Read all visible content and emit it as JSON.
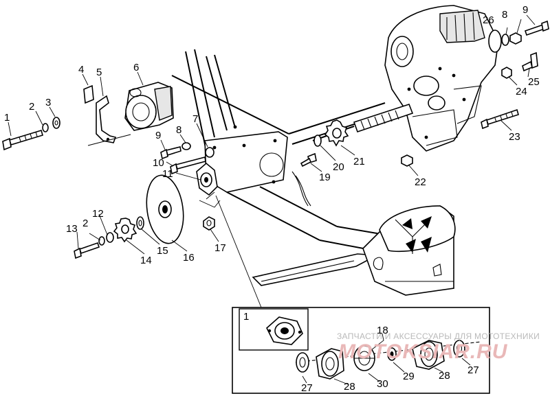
{
  "callouts": [
    {
      "id": "c1",
      "text": "1"
    },
    {
      "id": "c2a",
      "text": "2"
    },
    {
      "id": "c3",
      "text": "3"
    },
    {
      "id": "c4",
      "text": "4"
    },
    {
      "id": "c5",
      "text": "5"
    },
    {
      "id": "c6",
      "text": "6"
    },
    {
      "id": "c7",
      "text": "7"
    },
    {
      "id": "c8a",
      "text": "8"
    },
    {
      "id": "c9a",
      "text": "9"
    },
    {
      "id": "c10",
      "text": "10"
    },
    {
      "id": "c11",
      "text": "11"
    },
    {
      "id": "c12",
      "text": "12"
    },
    {
      "id": "c2b",
      "text": "2"
    },
    {
      "id": "c13",
      "text": "13"
    },
    {
      "id": "c14",
      "text": "14"
    },
    {
      "id": "c15",
      "text": "15"
    },
    {
      "id": "c16",
      "text": "16"
    },
    {
      "id": "c17",
      "text": "17"
    },
    {
      "id": "c19",
      "text": "19"
    },
    {
      "id": "c20",
      "text": "20"
    },
    {
      "id": "c21",
      "text": "21"
    },
    {
      "id": "c22",
      "text": "22"
    },
    {
      "id": "c23",
      "text": "23"
    },
    {
      "id": "c24",
      "text": "24"
    },
    {
      "id": "c25",
      "text": "25"
    },
    {
      "id": "c26",
      "text": "26"
    },
    {
      "id": "c8b",
      "text": "8"
    },
    {
      "id": "c9b",
      "text": "9"
    },
    {
      "id": "c1i",
      "text": "1"
    },
    {
      "id": "c18",
      "text": "18"
    },
    {
      "id": "c27a",
      "text": "27"
    },
    {
      "id": "c28a",
      "text": "28"
    },
    {
      "id": "c30",
      "text": "30"
    },
    {
      "id": "c29",
      "text": "29"
    },
    {
      "id": "c28b",
      "text": "28"
    },
    {
      "id": "c27b",
      "text": "27"
    }
  ],
  "watermark": {
    "text": "ЗАПЧАСТИ И АКСЕССУАРЫ ДЛЯ МОТОТЕХНИКИ",
    "logo": "MOTOKSIAR.RU"
  }
}
